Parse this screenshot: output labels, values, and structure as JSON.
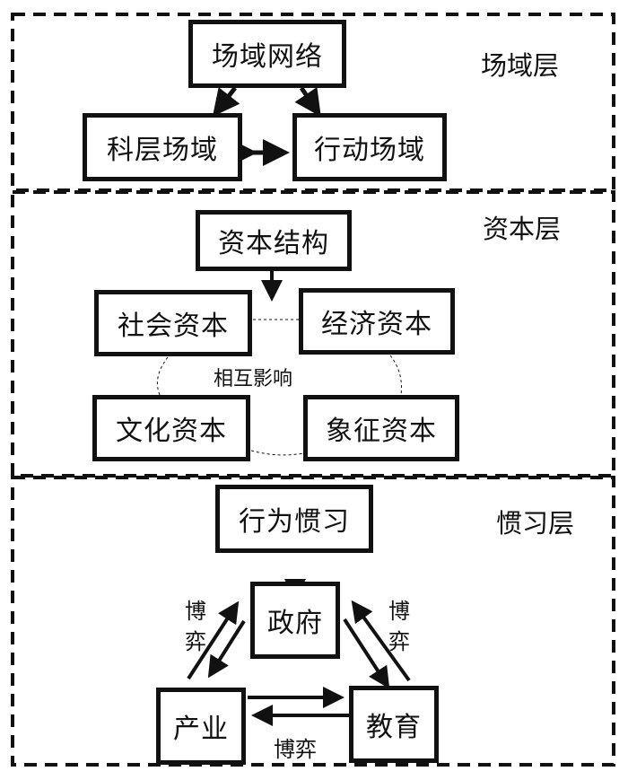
{
  "layers": [
    {
      "label": "场域层"
    },
    {
      "label": "资本层"
    },
    {
      "label": "惯习层"
    }
  ],
  "field_layer": {
    "network": "场域网络",
    "bureaucratic": "科层场域",
    "action": "行动场域"
  },
  "capital_layer": {
    "structure": "资本结构",
    "social": "社会资本",
    "economic": "经济资本",
    "cultural": "文化资本",
    "symbolic": "象征资本",
    "interaction": "相互影响"
  },
  "habitus_layer": {
    "behavior": "行为惯习",
    "government": "政府",
    "industry": "产业",
    "education": "教育",
    "game_left": "博弈",
    "game_right": "博弈",
    "game_bottom": "博弈"
  },
  "colors": {
    "stroke": "#111111",
    "background": "#ffffff"
  }
}
